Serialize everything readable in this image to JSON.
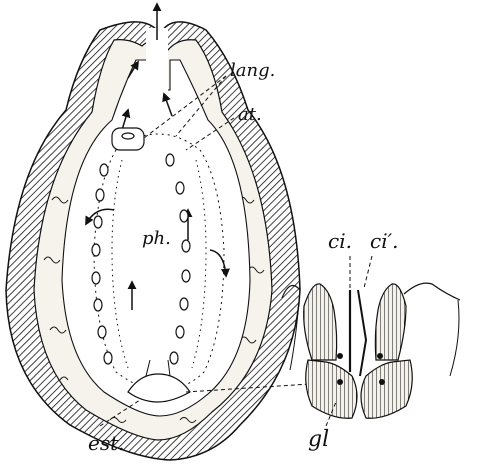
{
  "labels": {
    "lang": "lang.",
    "at": "at.",
    "ph": "ph.",
    "ci": "ci.",
    "ci_prime": "ci′.",
    "est": "est.",
    "gl": "gl"
  },
  "colors": {
    "ink": "#111111",
    "paper": "#ffffff",
    "tunic_fill": "#f4f1ea"
  }
}
